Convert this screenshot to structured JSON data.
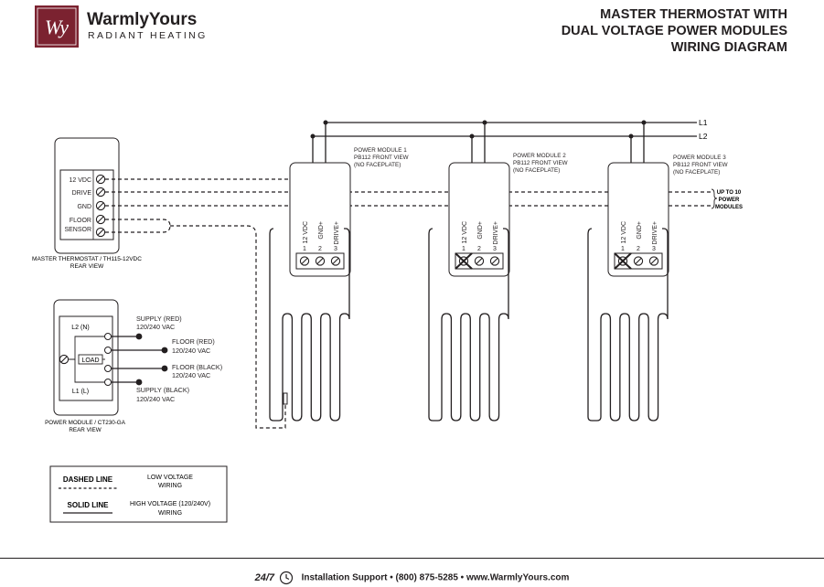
{
  "brand": {
    "logo_monogram": "Wy",
    "name": "WarmlyYours",
    "tagline": "RADIANT HEATING",
    "color": "#7b2230"
  },
  "title": {
    "line1": "MASTER THERMOSTAT WITH",
    "line2": "DUAL VOLTAGE POWER MODULES",
    "line3": "WIRING DIAGRAM"
  },
  "lines": {
    "l1": "L1",
    "l2": "L2"
  },
  "thermostat": {
    "terminals": [
      "12 VDC",
      "DRIVE",
      "GND",
      "FLOOR",
      "SENSOR"
    ],
    "caption1": "MASTER THERMOSTAT / TH115-12VDC",
    "caption2": "REAR VIEW"
  },
  "modules": [
    {
      "title": "POWER MODULE 1",
      "model": "PB112 FRONT VIEW",
      "note": "(NO FACEPLATE)"
    },
    {
      "title": "POWER MODULE 2",
      "model": "PB112 FRONT VIEW",
      "note": "(NO FACEPLATE)"
    },
    {
      "title": "POWER MODULE 3",
      "model": "PB112 FRONT VIEW",
      "note": "(NO FACEPLATE)"
    }
  ],
  "module_terminals": [
    "12 VDC",
    "GND+",
    "DRIVE+"
  ],
  "terminal_numbers": [
    "1",
    "2",
    "3"
  ],
  "up_to": {
    "line1": "UP TO 10",
    "line2": "POWER",
    "line3": "MODULES"
  },
  "rear_module": {
    "l2": "L2 (N)",
    "l1": "L1 (L)",
    "load": "LOAD",
    "caption1": "POWER MODULE / CT230-GA",
    "caption2": "REAR VIEW",
    "labels": [
      {
        "title": "SUPPLY (RED)",
        "sub": "120/240 VAC"
      },
      {
        "title": "FLOOR (RED)",
        "sub": "120/240 VAC"
      },
      {
        "title": "FLOOR (BLACK)",
        "sub": "120/240 VAC"
      },
      {
        "title": "SUPPLY (BLACK)",
        "sub": "120/240 VAC"
      }
    ]
  },
  "legend": {
    "dashed_label": "DASHED LINE",
    "dashed_desc1": "LOW VOLTAGE",
    "dashed_desc2": "WIRING",
    "solid_label": "SOLID LINE",
    "solid_desc1": "HIGH VOLTAGE (120/240V)",
    "solid_desc2": "WIRING"
  },
  "footer": {
    "badge": "24/7",
    "text": "Installation Support  •  (800) 875-5285 • www.WarmlyYours.com"
  }
}
